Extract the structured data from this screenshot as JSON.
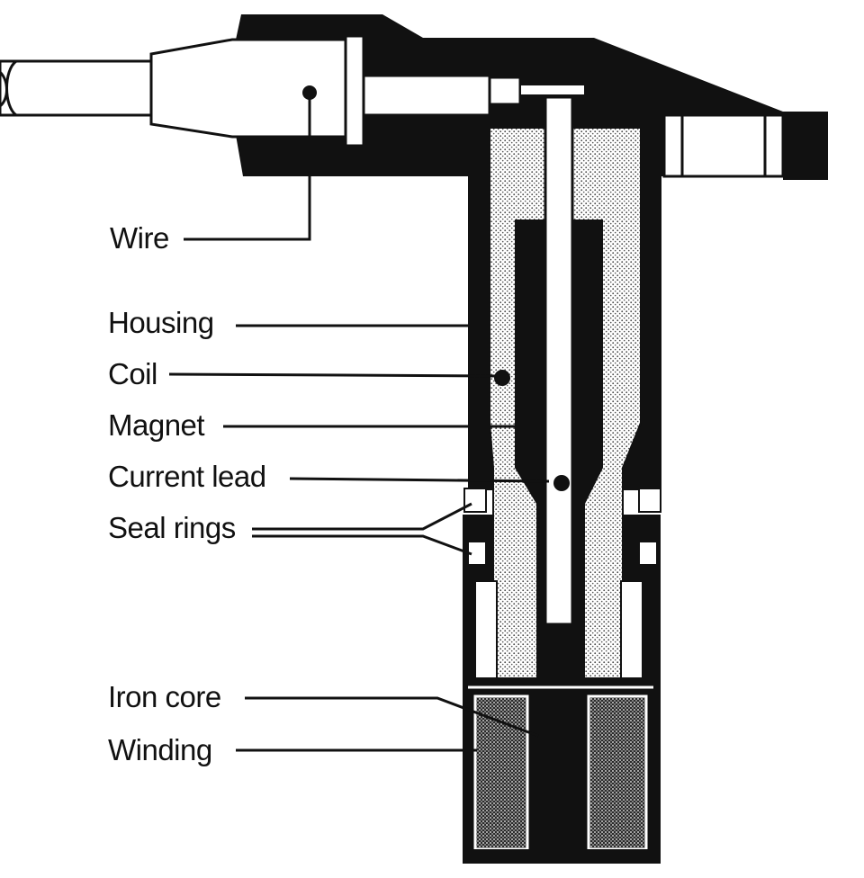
{
  "labels": {
    "wire": "Wire",
    "housing": "Housing",
    "coil": "Coil",
    "magnet": "Magnet",
    "current_lead": "Current lead",
    "seal_rings": "Seal rings",
    "iron_core": "Iron core",
    "winding": "Winding"
  },
  "colors": {
    "ink": "#111111",
    "paper": "#ffffff",
    "stipple": "#c8c8c8"
  }
}
